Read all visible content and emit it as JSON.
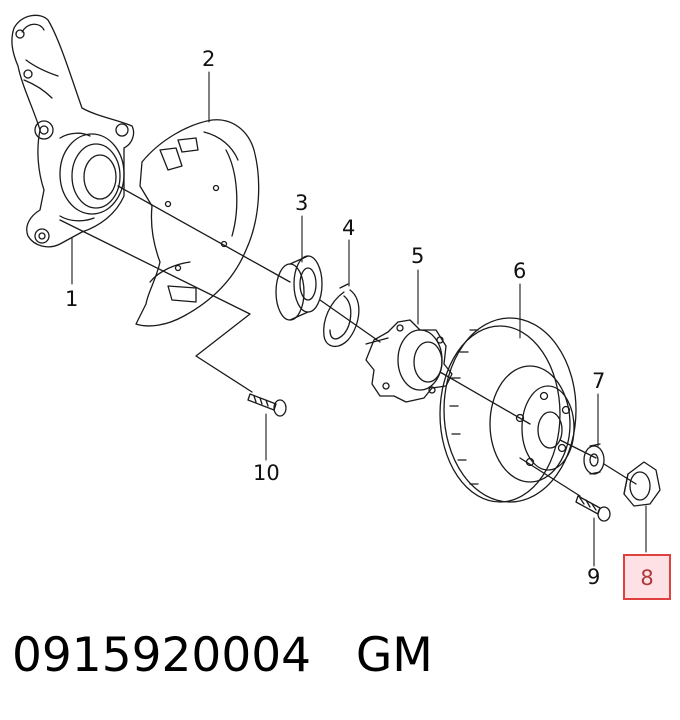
{
  "callouts": {
    "c1": "1",
    "c2": "2",
    "c3": "3",
    "c4": "4",
    "c5": "5",
    "c6": "6",
    "c7": "7",
    "c8": "8",
    "c9": "9",
    "c10": "10"
  },
  "highlighted_callout": "8",
  "caption": {
    "part_number": "0915920004",
    "brand": "GM"
  },
  "colors": {
    "highlight_border": "#e0413f",
    "highlight_fill": "#fde1e4",
    "line": "#1a1a1a"
  }
}
